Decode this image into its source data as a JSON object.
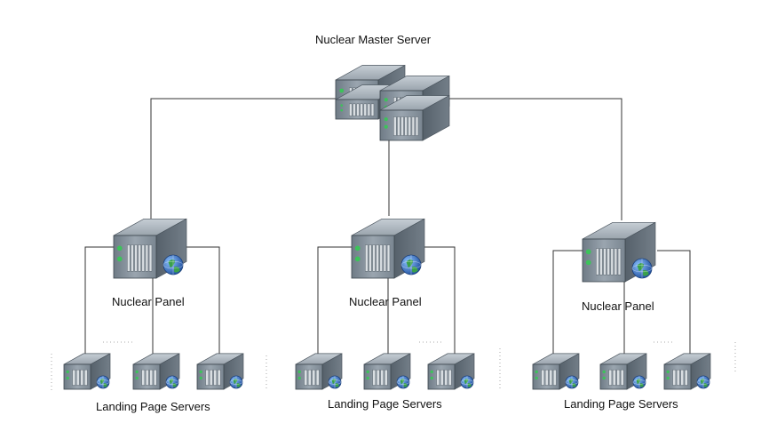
{
  "diagram": {
    "master": {
      "label": "Nuclear Master Server",
      "icon": "server-stack-icon"
    },
    "panels": [
      {
        "label": "Nuclear Panel",
        "icon": "web-server-icon",
        "landing_label": "Landing Page Servers",
        "landing_count": 3
      },
      {
        "label": "Nuclear Panel",
        "icon": "web-server-icon",
        "landing_label": "Landing Page Servers",
        "landing_count": 3
      },
      {
        "label": "Nuclear Panel",
        "icon": "web-server-icon",
        "landing_label": "Landing Page Servers",
        "landing_count": 3
      }
    ],
    "colors": {
      "line": "#333333",
      "server_body": "#8a959f",
      "globe": "#2a5fb0",
      "globe_land": "#2e8b3a"
    }
  }
}
